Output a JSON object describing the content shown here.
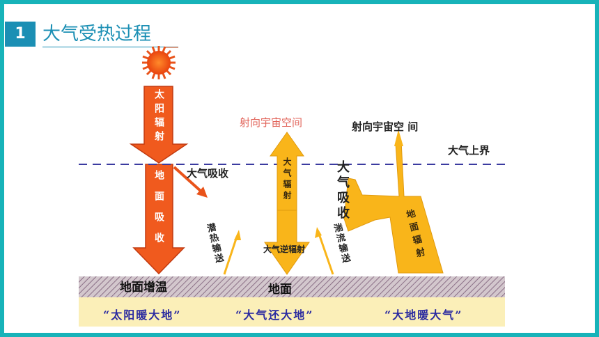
{
  "header": {
    "number": "1",
    "title": "大气受热过程"
  },
  "diagram": {
    "sun_rays": "太阳辐射",
    "ground_absorb": "地面吸收",
    "atmos_absorb_small": "大气吸收",
    "space_left": "射向宇宙空间",
    "space_right": "射向宇宙空 间",
    "atmos_boundary": "大气上界",
    "atmos_radiation": "大气辐射",
    "atmos_absorb_big": "大气吸收",
    "latent_heat": "潜热输送",
    "turbulence": "湍流输送",
    "counter_radiation": "大气逆辐射",
    "ground_radiation": "地面辐射",
    "ground_warming": "地面增温",
    "ground": "地面",
    "phrase_1": "“太阳暖大地”",
    "phrase_2": "“大气还大地”",
    "phrase_3": "“大地暖大气”"
  },
  "colors": {
    "frame": "#17b3b9",
    "accent": "#1b8fb4",
    "sun": "#f26a1b",
    "solar_arrow": "#f05a1e",
    "atmos_arrow": "#f9b51a",
    "boundary_line": "#3b3ba0",
    "text_blue": "#2a2aa0"
  }
}
